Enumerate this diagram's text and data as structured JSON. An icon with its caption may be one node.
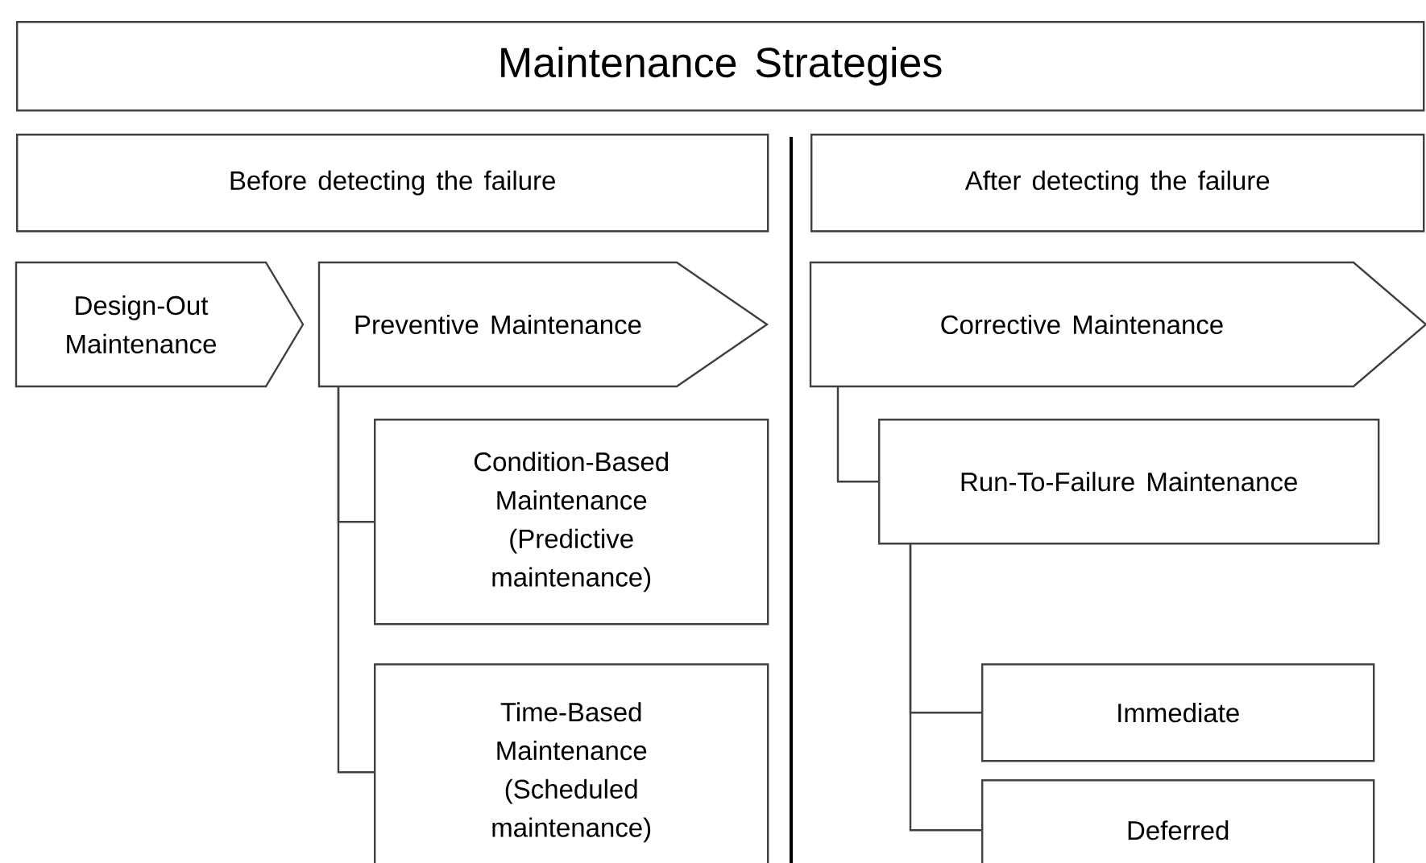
{
  "diagram": {
    "nodes": [
      {
        "text": [
          "Maintenance Strategies"
        ]
      },
      {
        "text": [
          "Before detecting the failure"
        ]
      },
      {
        "text": [
          "After detecting the failure"
        ]
      },
      {
        "text": [
          "Design-Out Maintenance"
        ]
      },
      {
        "text": [
          "Preventive Maintenance"
        ]
      },
      {
        "text": [
          "Corrective Maintenance"
        ]
      },
      {
        "text": [
          "Condition-Based Maintenance (Predictive maintenance)"
        ]
      },
      {
        "text": [
          "Run-To-Failure Maintenance"
        ]
      },
      {
        "text": [
          "Time-Based Maintenance (Scheduled maintenance)"
        ]
      },
      {
        "text": [
          "Immediate"
        ]
      },
      {
        "text": [
          "Deferred"
        ]
      }
    ],
    "edges": [
      {
        "from": 4,
        "to": 6,
        "arrow": "none"
      },
      {
        "from": 4,
        "to": 8,
        "arrow": "none"
      },
      {
        "from": 5,
        "to": 7,
        "arrow": "none"
      },
      {
        "from": 7,
        "to": 9,
        "arrow": "none"
      },
      {
        "from": 7,
        "to": 10,
        "arrow": "none"
      }
    ]
  }
}
